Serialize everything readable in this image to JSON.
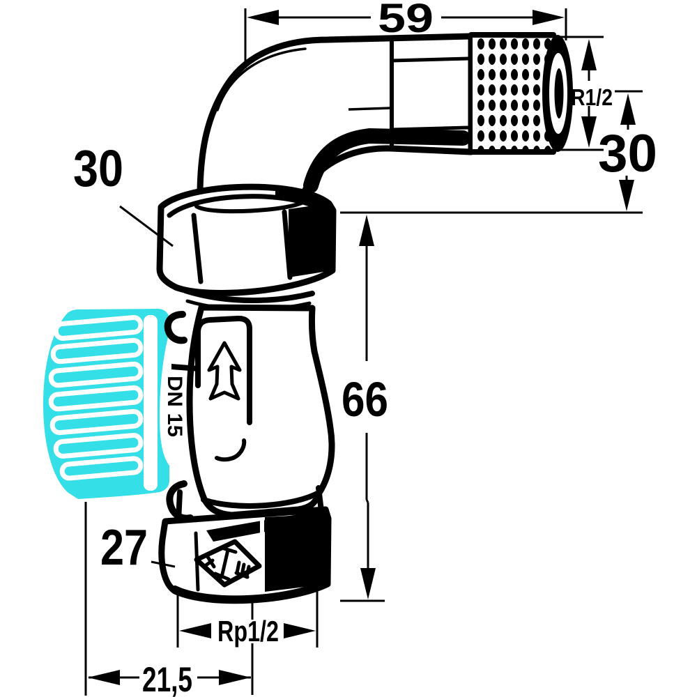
{
  "drawing": {
    "title": "angled-valve-technical-drawing",
    "dimensions": {
      "top_width": "59",
      "thread_size": "R1/2",
      "outlet_height": "30",
      "body_height": "66",
      "union_nut_wrench": "30",
      "bottom_nut_wrench": "27",
      "bottom_thread": "Rp1/2",
      "offset": "21,5"
    },
    "markings": {
      "nominal_size": "DN 15"
    },
    "colors": {
      "handwheel": "#35dfe7",
      "line": "#000000",
      "background": "#ffffff"
    }
  }
}
